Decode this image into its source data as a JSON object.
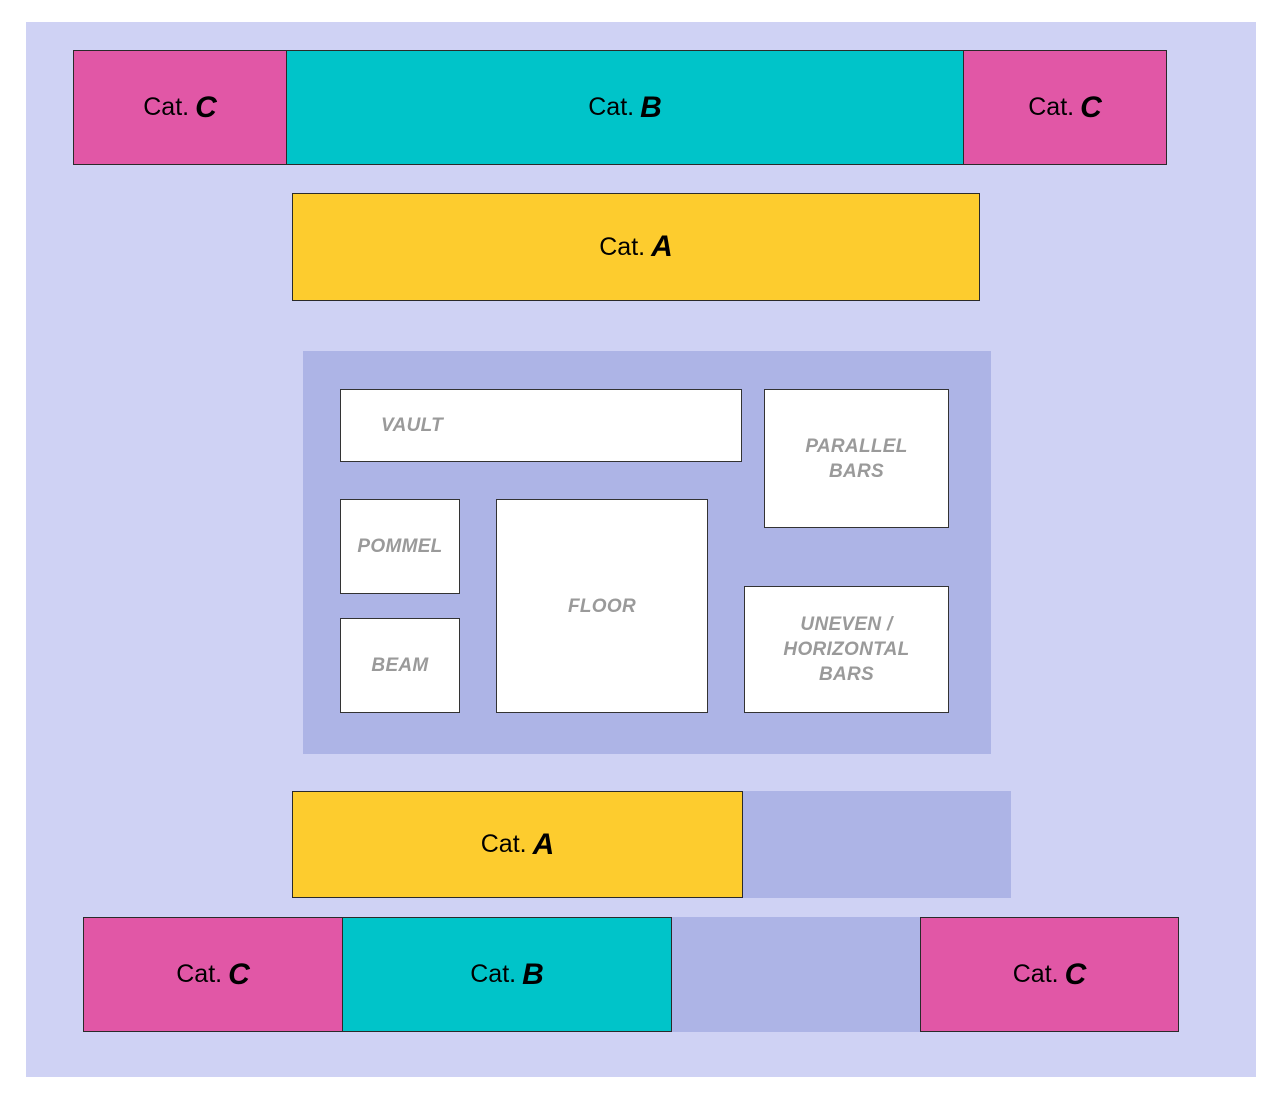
{
  "seating": {
    "top_row": [
      {
        "prefix": "Cat.",
        "letter": "C",
        "color": "#e157a6"
      },
      {
        "prefix": "Cat.",
        "letter": "B",
        "color": "#00c4c9"
      },
      {
        "prefix": "Cat.",
        "letter": "C",
        "color": "#e157a6"
      }
    ],
    "top_a": {
      "prefix": "Cat.",
      "letter": "A",
      "color": "#fdcc2e"
    },
    "bottom_a": {
      "prefix": "Cat.",
      "letter": "A",
      "color": "#fdcc2e"
    },
    "bottom_row": [
      {
        "prefix": "Cat.",
        "letter": "C",
        "color": "#e157a6"
      },
      {
        "prefix": "Cat.",
        "letter": "B",
        "color": "#00c4c9"
      },
      {
        "prefix": "Cat.",
        "letter": "C",
        "color": "#e157a6"
      }
    ]
  },
  "apparatus": {
    "vault": "VAULT",
    "parallel_bars": "PARALLEL\nBARS",
    "pommel": "POMMEL",
    "floor": "FLOOR",
    "beam": "BEAM",
    "uneven_horizontal_bars": "UNEVEN /\nHORIZONTAL\nBARS"
  },
  "colors": {
    "background": "#cfd2f4",
    "zone": "#adb4e6",
    "cat_a": "#fdcc2e",
    "cat_b": "#00c4c9",
    "cat_c": "#e157a6"
  }
}
